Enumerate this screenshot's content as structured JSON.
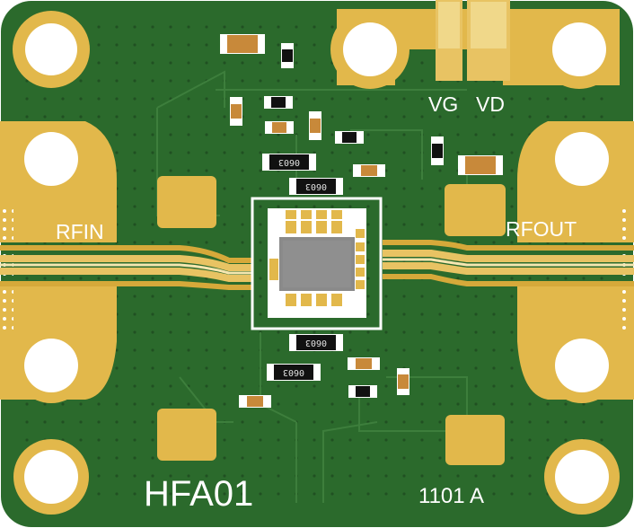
{
  "board": {
    "labels": {
      "rfin": "RFIN",
      "rfout": "RFOUT",
      "vg": "VG",
      "vd": "VD",
      "part": "HFA01",
      "revision": "1101 A"
    },
    "component_marking": "0603",
    "colors": {
      "soldermask": "#2b6a2c",
      "copper": "#e2b84b",
      "copper_dark": "#d6a93a",
      "silkscreen": "#ffffff",
      "ic_body": "#8a8a8a",
      "via": "#1f4d21"
    }
  }
}
